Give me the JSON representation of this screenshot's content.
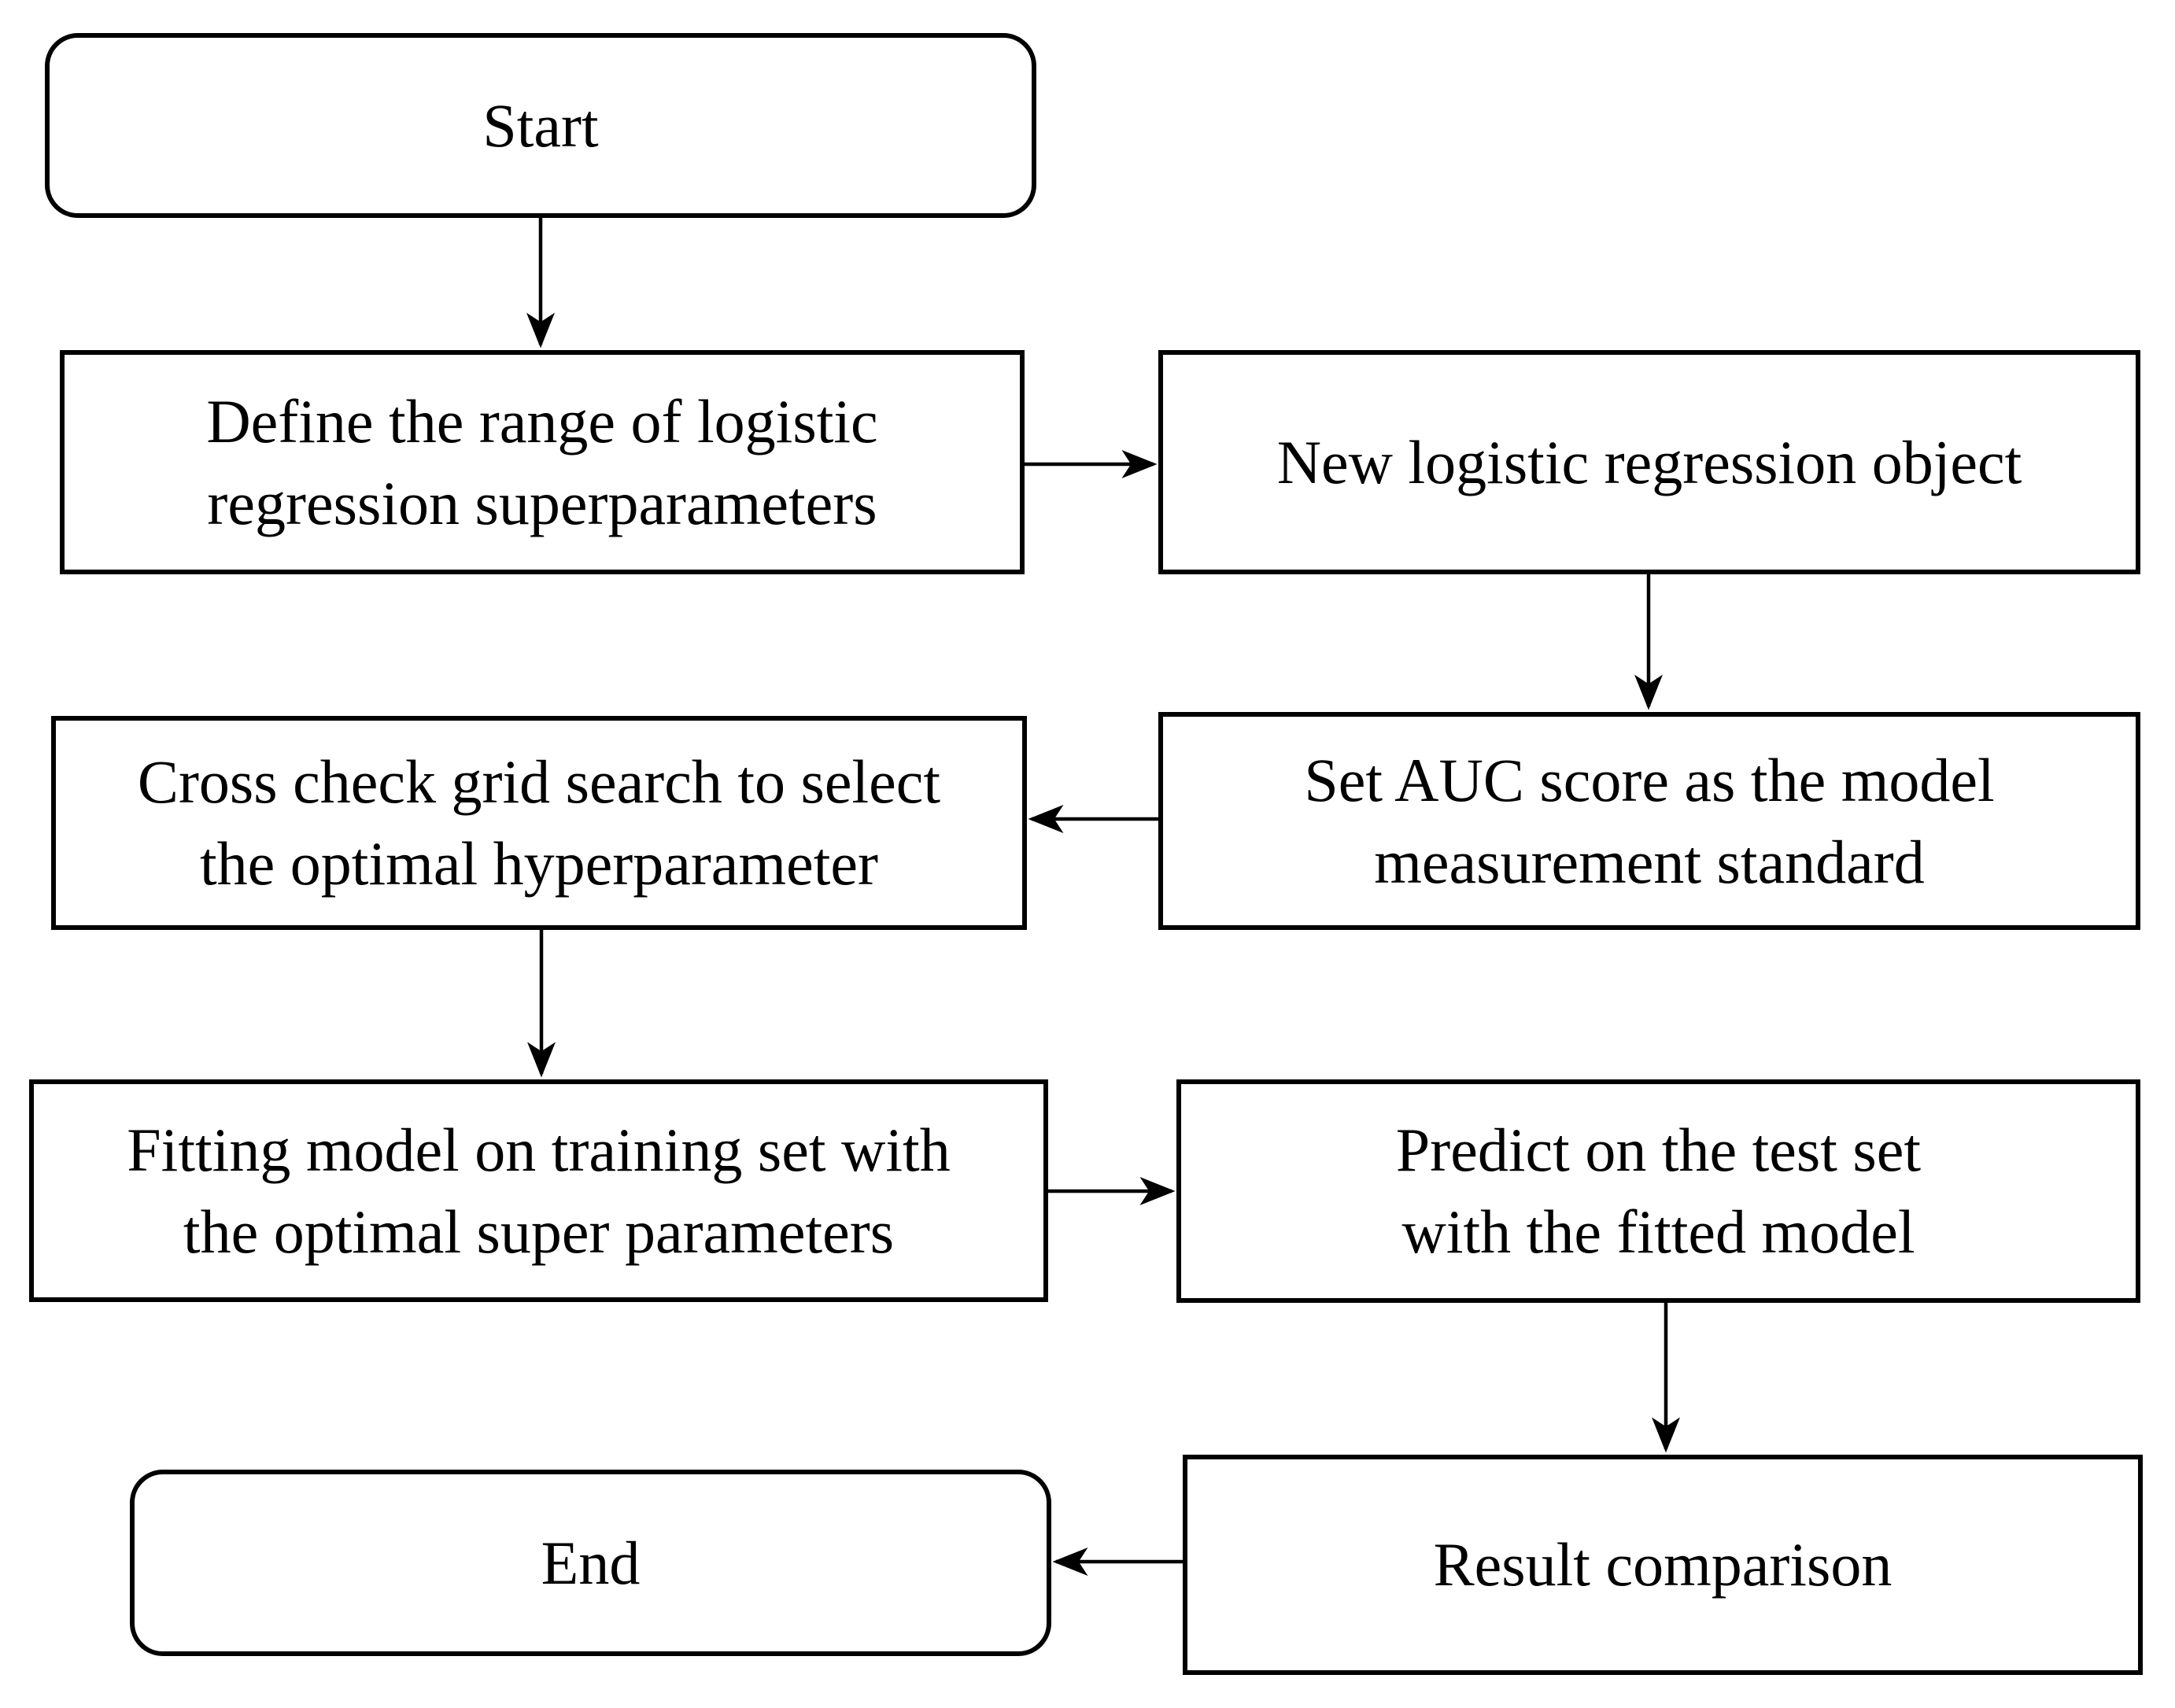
{
  "figure": {
    "background_color": "#ffffff",
    "stroke_color": "#000000",
    "nodes": {
      "start": {
        "shape": "terminator",
        "lines": [
          "Start"
        ]
      },
      "define": {
        "shape": "process",
        "lines": [
          "Define the range of logistic",
          "regression superparameters"
        ]
      },
      "new_lr": {
        "shape": "process",
        "lines": [
          "New logistic regression object"
        ]
      },
      "auc": {
        "shape": "process",
        "lines": [
          "Set AUC score as the model",
          "measurement standard"
        ]
      },
      "cross": {
        "shape": "process",
        "lines": [
          "Cross check grid search to select",
          "the optimal hyperparameter"
        ]
      },
      "fitting": {
        "shape": "process",
        "lines": [
          "Fitting model on training set with",
          "the optimal super parameters"
        ]
      },
      "predict": {
        "shape": "process",
        "lines": [
          "Predict on the test set",
          "with the fitted model"
        ]
      },
      "result": {
        "shape": "process",
        "lines": [
          "Result comparison"
        ]
      },
      "end": {
        "shape": "terminator",
        "lines": [
          "End"
        ]
      }
    },
    "edges": [
      {
        "from": "start",
        "to": "define",
        "direction": "down"
      },
      {
        "from": "define",
        "to": "new_lr",
        "direction": "right"
      },
      {
        "from": "new_lr",
        "to": "auc",
        "direction": "down"
      },
      {
        "from": "auc",
        "to": "cross",
        "direction": "left"
      },
      {
        "from": "cross",
        "to": "fitting",
        "direction": "down"
      },
      {
        "from": "fitting",
        "to": "predict",
        "direction": "right"
      },
      {
        "from": "predict",
        "to": "result",
        "direction": "down"
      },
      {
        "from": "result",
        "to": "end",
        "direction": "left"
      }
    ]
  }
}
